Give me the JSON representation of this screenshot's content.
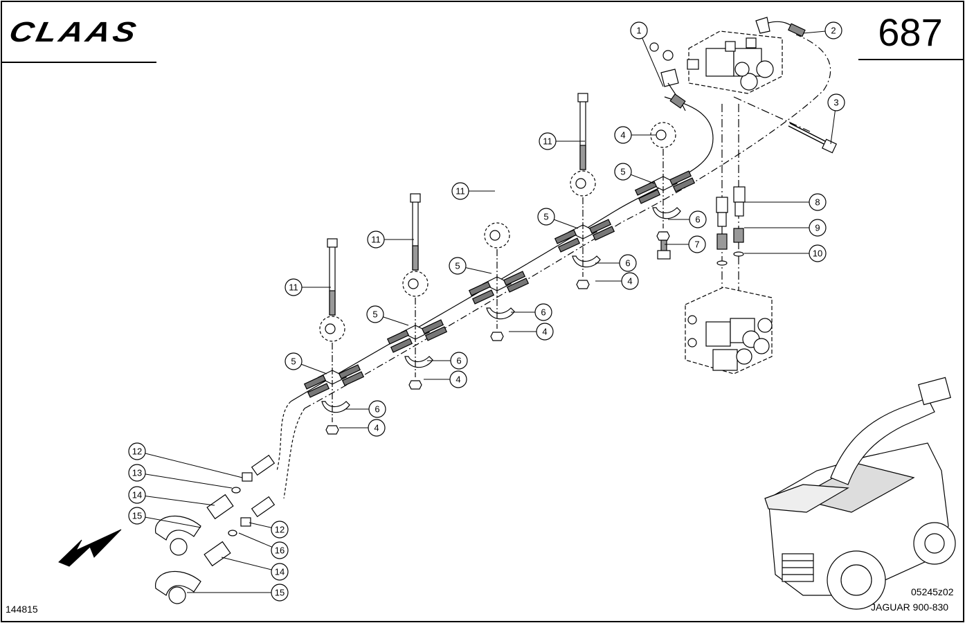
{
  "header": {
    "brand": "CLAAS",
    "page_number": "687"
  },
  "footer": {
    "sheet_id": "144815",
    "drawing_code": "05245z02",
    "model": "JAGUAR 900-830"
  },
  "callouts": [
    {
      "id": "c1",
      "label": "1"
    },
    {
      "id": "c2",
      "label": "2"
    },
    {
      "id": "c3",
      "label": "3"
    },
    {
      "id": "c4a",
      "label": "4"
    },
    {
      "id": "c4b",
      "label": "4"
    },
    {
      "id": "c4c",
      "label": "4"
    },
    {
      "id": "c4d",
      "label": "4"
    },
    {
      "id": "c4e",
      "label": "4"
    },
    {
      "id": "c5a",
      "label": "5"
    },
    {
      "id": "c5b",
      "label": "5"
    },
    {
      "id": "c5c",
      "label": "5"
    },
    {
      "id": "c5d",
      "label": "5"
    },
    {
      "id": "c5e",
      "label": "5"
    },
    {
      "id": "c6a",
      "label": "6"
    },
    {
      "id": "c6b",
      "label": "6"
    },
    {
      "id": "c6c",
      "label": "6"
    },
    {
      "id": "c6d",
      "label": "6"
    },
    {
      "id": "c6e",
      "label": "6"
    },
    {
      "id": "c7",
      "label": "7"
    },
    {
      "id": "c8",
      "label": "8"
    },
    {
      "id": "c9",
      "label": "9"
    },
    {
      "id": "c10",
      "label": "10"
    },
    {
      "id": "c11a",
      "label": "11"
    },
    {
      "id": "c11b",
      "label": "11"
    },
    {
      "id": "c11c",
      "label": "11"
    },
    {
      "id": "c11d",
      "label": "11"
    },
    {
      "id": "c12a",
      "label": "12"
    },
    {
      "id": "c12b",
      "label": "12"
    },
    {
      "id": "c13",
      "label": "13"
    },
    {
      "id": "c14a",
      "label": "14"
    },
    {
      "id": "c14b",
      "label": "14"
    },
    {
      "id": "c15a",
      "label": "15"
    },
    {
      "id": "c15b",
      "label": "15"
    },
    {
      "id": "c16",
      "label": "16"
    }
  ]
}
